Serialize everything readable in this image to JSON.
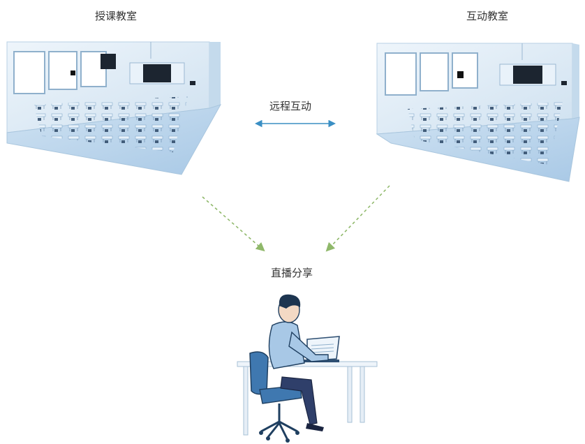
{
  "labels": {
    "teaching_classroom": "授课教室",
    "interactive_classroom": "互动教室",
    "remote_interaction": "远程互动",
    "live_sharing": "直播分享"
  },
  "colors": {
    "remote_arrow": "#3a8fc4",
    "share_arrow": "#8fb86a",
    "room_wall": "#dde9f3",
    "room_floor": "#b9d4ea",
    "desk": "#9fc0dc",
    "monitor": "#1c2530",
    "shirt": "#a8c8e6",
    "chair": "#3f78b0",
    "pants": "#2f3f6a",
    "hair": "#1d3550"
  }
}
